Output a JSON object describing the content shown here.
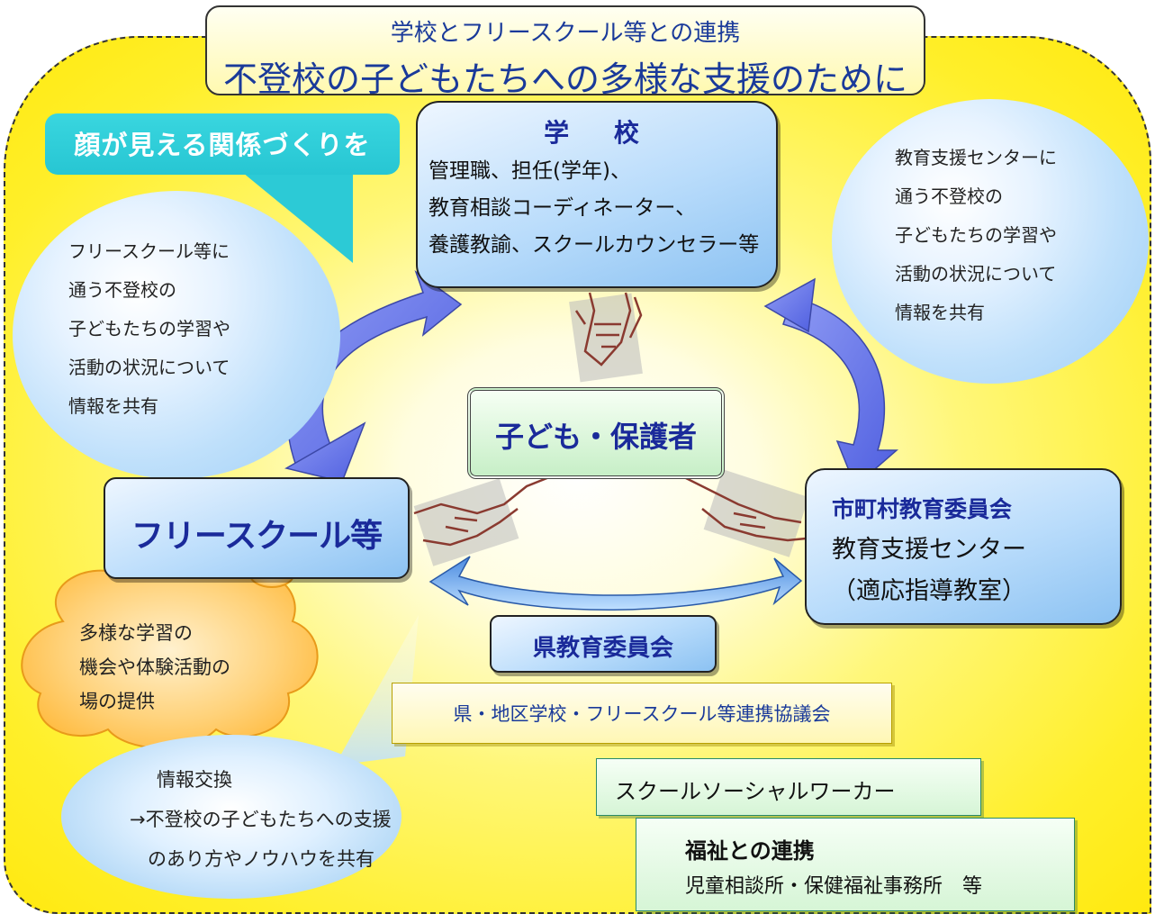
{
  "title": {
    "sub": "学校とフリースクール等との連携",
    "main": "不登校の子どもたちへの多様な支援のために"
  },
  "callout": "顔が見える関係づくりを",
  "school": {
    "title": "学 校",
    "lines": [
      "管理職、担任(学年)、",
      "教育相談コーディネーター、",
      "養護教諭、スクールカウンセラー等"
    ]
  },
  "left_circle": [
    "フリースクール等に",
    "通う不登校の",
    "子どもたちの学習や",
    "活動の状況について",
    "情報を共有"
  ],
  "right_circle": [
    "教育支援センターに",
    "通う不登校の",
    "子どもたちの学習や",
    "活動の状況について",
    "情報を共有"
  ],
  "center": "子ども・保護者",
  "free_school": "フリースクール等",
  "city": {
    "title": "市町村教育委員会",
    "lines": [
      "教育支援センター",
      "（適応指導教室）"
    ]
  },
  "pref_board": "県教育委員会",
  "cloud": [
    "多様な学習の",
    "機会や体験活動の",
    "場の提供"
  ],
  "council": "県・地区学校・フリースクール等連携協議会",
  "bottom_ellipse": [
    "情報交換",
    "→不登校の子どもたちへの支援",
    "のあり方やノウハウを共有"
  ],
  "ssw": "スクールソーシャルワーカー",
  "welfare": {
    "title": "福祉との連携",
    "sub": "児童相談所・保健福祉事務所　等"
  },
  "colors": {
    "arrow": "#6a78e8",
    "handshake": "#8a3a30",
    "navy_text": "#1a2a9a"
  },
  "icons": [
    "curved-arrow-icon",
    "handshake-icon",
    "cloud-icon",
    "speech-bubble-icon"
  ]
}
